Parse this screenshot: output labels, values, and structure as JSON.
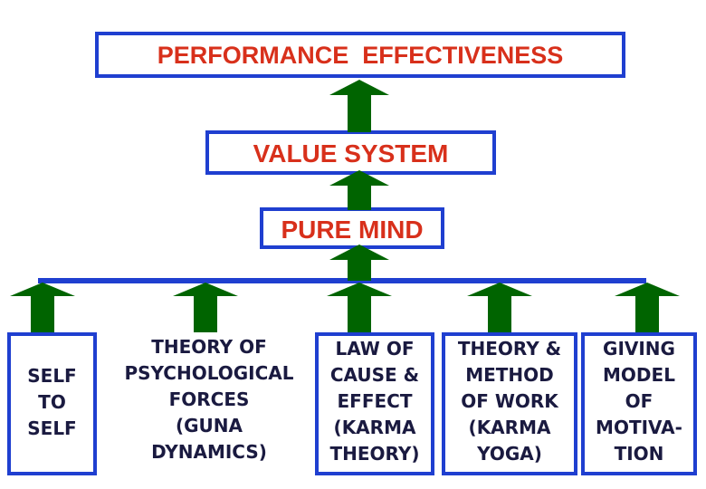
{
  "diagram": {
    "top": {
      "text": "PERFORMANCE  EFFECTIVENESS"
    },
    "middle": {
      "text": "VALUE SYSTEM"
    },
    "base": {
      "text": "PURE MIND"
    },
    "foundations": [
      {
        "lines": [
          "SELF",
          "TO",
          "SELF"
        ]
      },
      {
        "lines": [
          "THEORY OF",
          "PSYCHOLOGICAL",
          "FORCES",
          "(GUNA",
          "DYNAMICS)"
        ]
      },
      {
        "lines": [
          "LAW OF",
          "CAUSE &",
          "EFFECT",
          "(KARMA",
          "THEORY)"
        ]
      },
      {
        "lines": [
          "THEORY &",
          "METHOD",
          "OF WORK",
          "(KARMA",
          "YOGA)"
        ]
      },
      {
        "lines": [
          "GIVING",
          "MODEL",
          "OF",
          "MOTIVA-",
          "TION"
        ]
      }
    ]
  },
  "colors": {
    "border": "#1f3fd0",
    "arrow": "#006400",
    "title_text": "#d8301b",
    "body_text": "#1a1a40"
  }
}
